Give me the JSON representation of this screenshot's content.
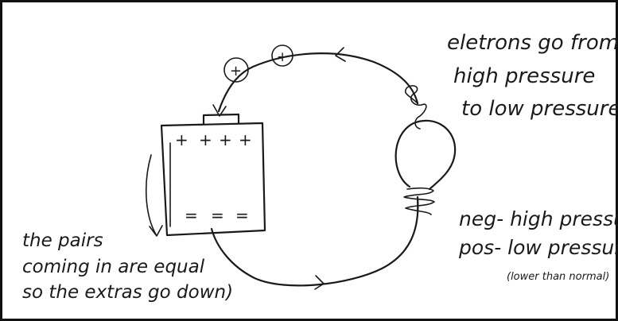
{
  "diagram": {
    "battery_signs_top": [
      "+",
      "+",
      "+",
      "+"
    ],
    "battery_signs_bottom": [
      "=",
      "=",
      "="
    ],
    "electron_labels": [
      "+",
      "+"
    ],
    "notes": {
      "top_right": [
        "eletrons go from",
        "high pressure",
        "to low pressure"
      ],
      "mid_right": [
        "neg- high pressure",
        "pos- low pressure"
      ],
      "mid_right_small": "(lower than normal)",
      "bottom_left": [
        "the pairs",
        "coming in are equal",
        "so the extras go down)"
      ]
    }
  }
}
